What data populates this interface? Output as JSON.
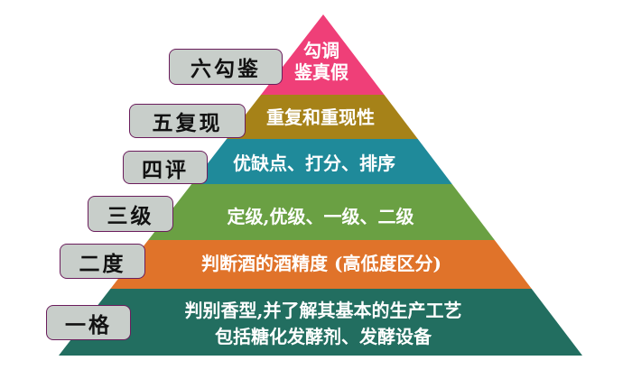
{
  "pyramid": {
    "levels": [
      {
        "label": "六勾鉴",
        "desc_lines": [
          "勾调",
          "鉴真假"
        ],
        "color": "#ef3f78"
      },
      {
        "label": "五复现",
        "desc_lines": [
          "重复和重现性"
        ],
        "color": "#a68218"
      },
      {
        "label": "四评",
        "desc_lines": [
          "优缺点、打分、排序"
        ],
        "color": "#1f8a9a"
      },
      {
        "label": "三级",
        "desc_lines": [
          "定级,优级、一级、二级"
        ],
        "color": "#6aa043"
      },
      {
        "label": "二度",
        "desc_lines": [
          "判断酒的酒精度 (高低度区分)"
        ],
        "color": "#e0732a"
      },
      {
        "label": "一格",
        "desc_lines": [
          "判别香型,并了解其基本的生产工艺",
          "包括糖化发酵剂、发酵设备"
        ],
        "color": "#226e60"
      }
    ],
    "label_box_color": "#c8ceca",
    "label_border_color": "#6b1d5c"
  }
}
